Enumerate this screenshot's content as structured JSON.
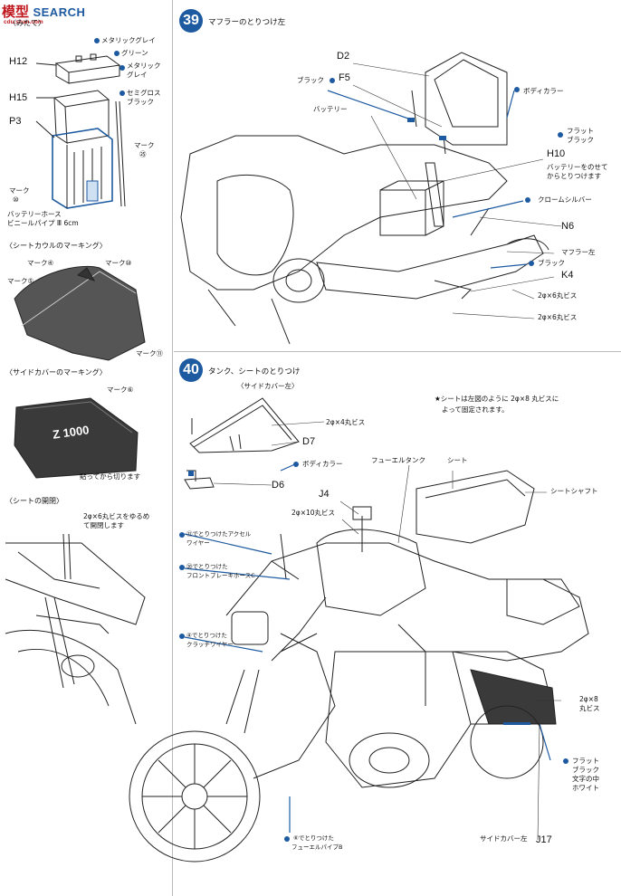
{
  "watermark": {
    "brand": "模型",
    "search": "SEARCH",
    "url": "cdu.shan.com"
  },
  "battery": {
    "title": "〈みたて〉",
    "parts": [
      "H12",
      "H15",
      "P3"
    ],
    "labels": {
      "metallic_grey1": "メタリックグレイ",
      "green": "グリーン",
      "metallic_grey2a": "メタリック",
      "metallic_grey2b": "グレイ",
      "semigloss_a": "セミグロス",
      "semigloss_b": "ブラック",
      "mark25a": "マーク",
      "mark25b": "㉕",
      "mark10a": "マーク",
      "mark10b": "⑩",
      "hose_a": "バッテリーホース",
      "hose_b": "ビニールパイプ Ⅲ 6cm"
    }
  },
  "seatcowl": {
    "title": "〈シートカウルのマーキング〉",
    "labels": [
      "マーク④",
      "マーク⑩",
      "マーク⑤",
      "マーク⑪"
    ]
  },
  "sidecover": {
    "title": "〈サイドカバーのマーキング〉",
    "mark": "マーク⑥",
    "emblem": "Z 1000",
    "note": "貼ってから切ります"
  },
  "seatopen": {
    "title": "〈シートの開閉〉",
    "note_a": "2φ×6丸ビスをゆるめ",
    "note_b": "て開閉します"
  },
  "step39": {
    "number": "39",
    "title": "マフラーのとりつけ左",
    "parts": [
      "D2",
      "F5",
      "H10",
      "N6",
      "K4"
    ],
    "labels": {
      "black1": "ブラック",
      "battery": "バッテリー",
      "bodycolor": "ボディカラー",
      "flatblack_a": "フラット",
      "flatblack_b": "ブラック",
      "note_a": "バッテリーをのせて",
      "note_b": "からとりつけます",
      "chrome": "クロームシルバー",
      "muffler": "マフラー左",
      "black2": "ブラック",
      "screw1": "2φ×6丸ビス",
      "screw2": "2φ×6丸ビス"
    }
  },
  "step40": {
    "number": "40",
    "title": "タンク、シートのとりつけ",
    "sidecover_label": "〈サイドカバー左〉",
    "screw_d7": "2φ×4丸ビス",
    "parts": [
      "D7",
      "D6",
      "J4",
      "J17"
    ],
    "bodycolor": "ボディカラー",
    "note_a": "★シートは左図のように 2φ×8 丸ビスに",
    "note_b": "よって固定されます。",
    "fueltank": "フューエルタンク",
    "seat": "シート",
    "seatshaft": "シートシャフト",
    "screw_j4": "2φ×10丸ビス",
    "accel_a": "⑪でとりつけたアクセル",
    "accel_b": "ワイヤー",
    "brake_a": "⑳でとりつけた",
    "brake_b": "フロントブレーキホースC",
    "clutch_a": "④でとりつけた",
    "clutch_b": "クラッチワイヤー",
    "fuel_a": "⑥でとりつけた",
    "fuel_b": "フューエルパイプB",
    "screw_side_a": "2φ×8",
    "screw_side_b": "丸ビス",
    "flat_a": "フラット",
    "flat_b": "ブラック",
    "flat_c": "文字の中",
    "flat_d": "ホワイト",
    "sidecover_left": "サイドカバー左"
  }
}
